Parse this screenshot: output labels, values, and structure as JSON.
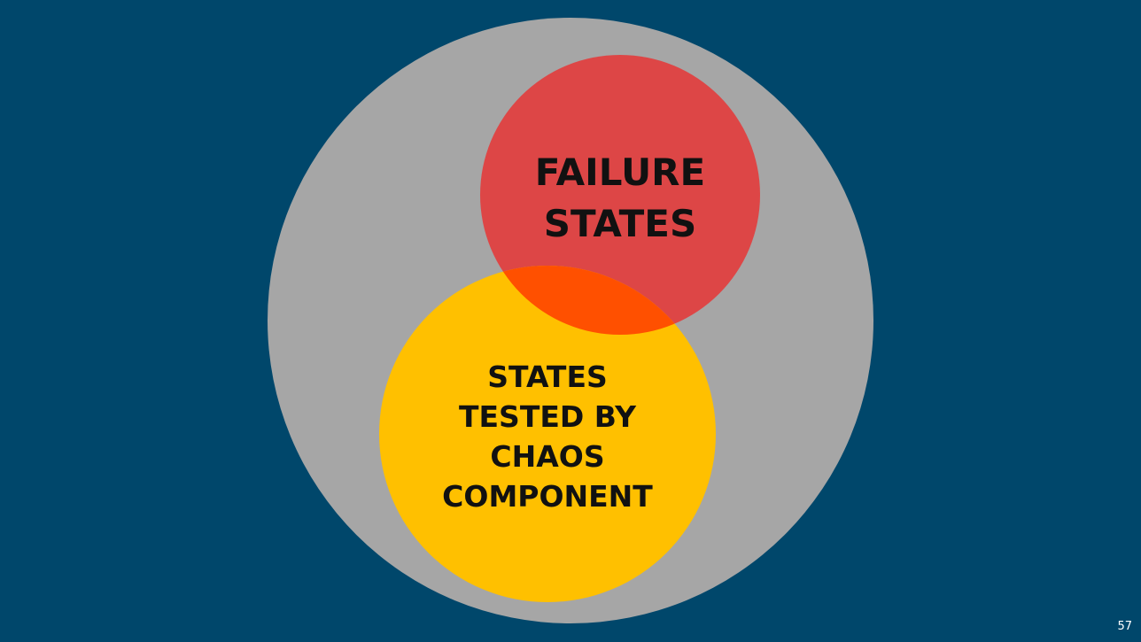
{
  "colors": {
    "background": "#00476b",
    "universe_circle": "#a6a6a6",
    "failure_circle": "#dd4646",
    "chaos_circle": "#ffc000",
    "overlap": "#ff5000",
    "text": "#111111",
    "page_number": "#ffffff"
  },
  "diagram": {
    "failure_label": {
      "line1": "FAILURE",
      "line2": "STATES"
    },
    "chaos_label": {
      "line1": "STATES",
      "line2": "TESTED BY",
      "line3": "CHAOS",
      "line4": "COMPONENT"
    }
  },
  "footer": {
    "page_number": "57"
  }
}
